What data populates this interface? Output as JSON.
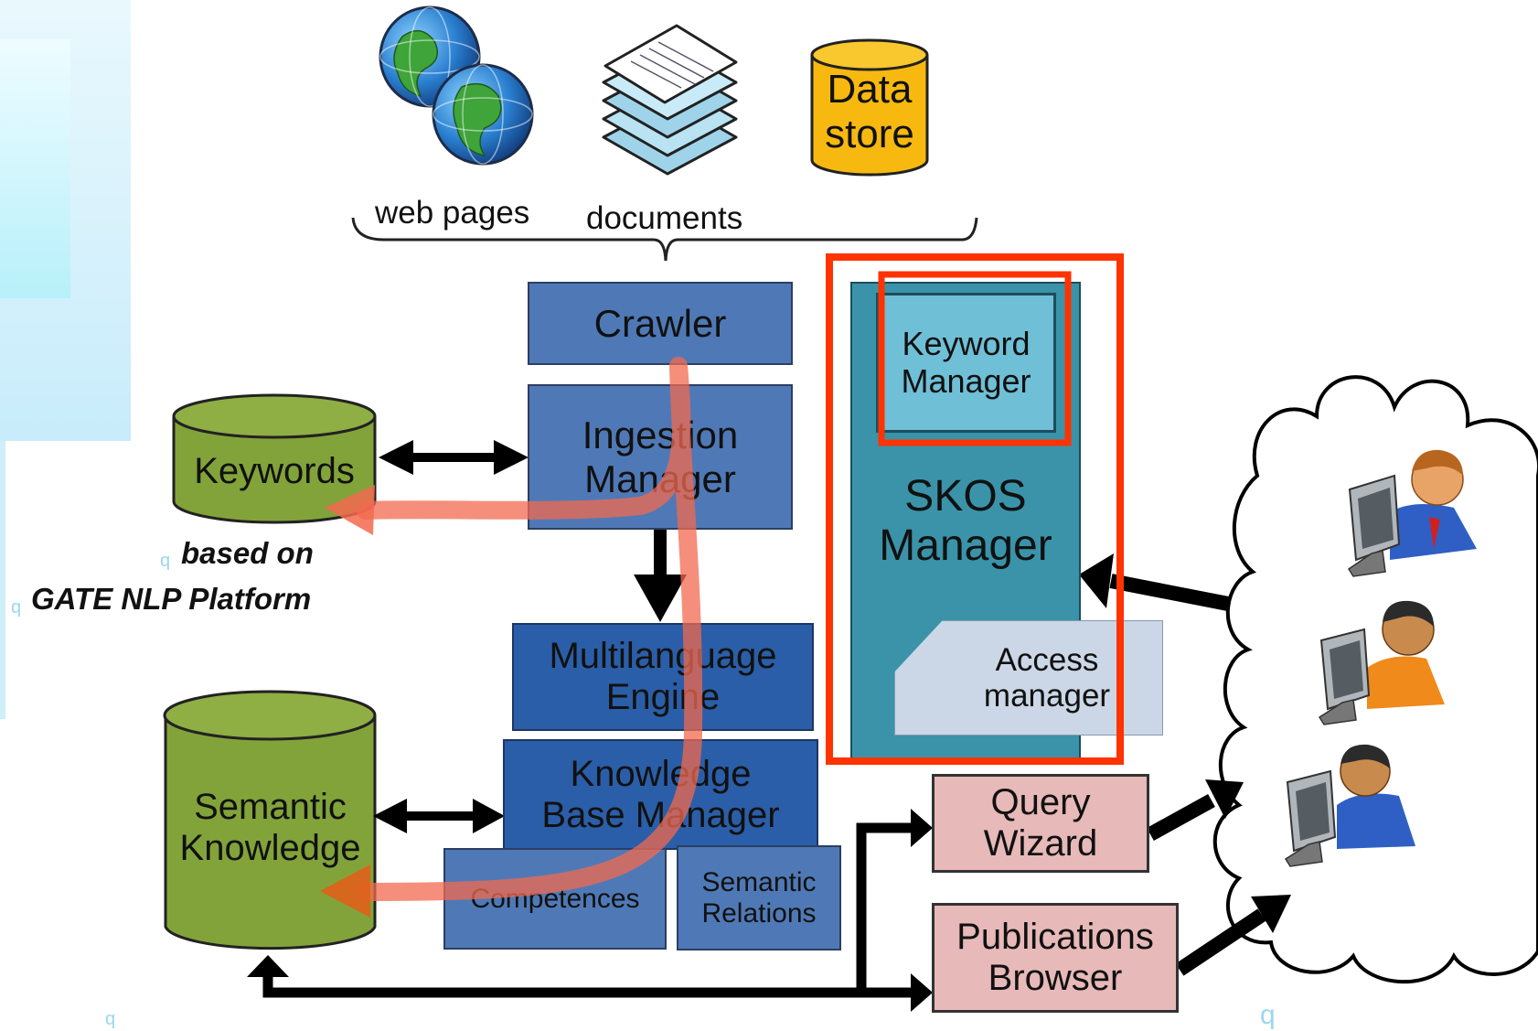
{
  "sources": {
    "web_pages": "web pages",
    "documents": "documents",
    "data_store": "Data\nstore"
  },
  "pipeline": {
    "crawler": "Crawler",
    "ingestion_manager": "Ingestion\nManager",
    "multilanguage_engine": "Multilanguage\nEngine",
    "knowledge_base_manager": "Knowledge\nBase Manager",
    "competences": "Competences",
    "semantic_relations": "Semantic\nRelations"
  },
  "stores": {
    "keywords": "Keywords",
    "semantic_knowledge": "Semantic\nKnowledge"
  },
  "notes": {
    "based_on": "based on",
    "gate": "GATE NLP Platform",
    "bullet": "q"
  },
  "skos": {
    "keyword_manager": "Keyword\nManager",
    "skos_manager": "SKOS\nManager",
    "access_manager": "Access\nmanager"
  },
  "tools": {
    "query_wizard": "Query\nWizard",
    "publications_browser": "Publications\nBrowser"
  },
  "colors": {
    "highlight": "#ff3300",
    "flow": "#f26a4f",
    "store_green": "#82a33a",
    "skos_teal": "#3a93a9",
    "tool_pink": "#e7b9b8"
  },
  "icons": [
    "globe-icon",
    "document-stack-icon",
    "database-icon",
    "user-at-computer-icon"
  ]
}
